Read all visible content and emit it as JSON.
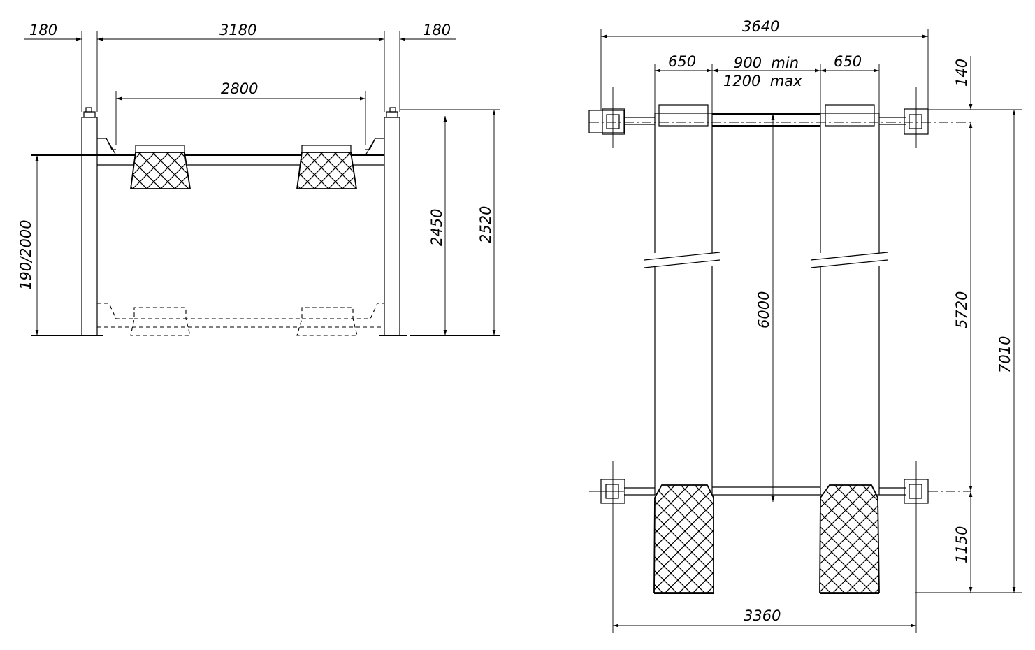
{
  "side_view": {
    "dims": {
      "left_post": "180",
      "post_span": "3180",
      "right_post": "180",
      "runway_span": "2800",
      "lift_height": "190/2000",
      "platform_height": "2450",
      "total_height": "2520"
    }
  },
  "top_view": {
    "dims": {
      "overall_width": "3640",
      "runway_left": "650",
      "gap_min": "900  min",
      "gap_max": "1200  max",
      "runway_right": "650",
      "top_offset": "140",
      "runway_length": "6000",
      "post_distance": "5720",
      "total_length": "7010",
      "ramp_length": "1150",
      "post_width": "3360"
    }
  },
  "colors": {
    "line": "#000000",
    "background": "#ffffff"
  }
}
